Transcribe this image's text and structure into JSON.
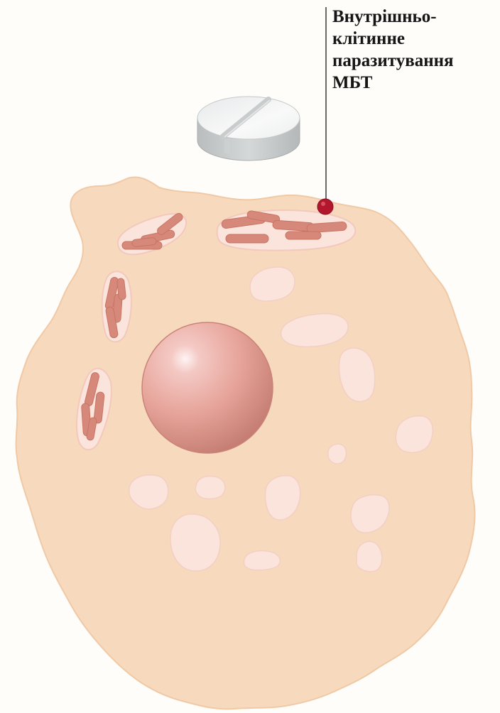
{
  "annotation": {
    "lines": [
      "Внутрішньо-",
      "клітинне",
      "паразитування",
      "МБТ"
    ]
  },
  "colors": {
    "background": "#fffdf9",
    "cytoplasm": "#f7d9bd",
    "cell_outline": "#f2cdaa",
    "vacuole": "#fbe7e0",
    "vacuole_outline": "#f6d3c8",
    "bacillus": "#d68b7c",
    "bacillus_outline": "#c97868",
    "nucleus_light": "#fbeaea",
    "nucleus_mid": "#e5a39a",
    "nucleus_dark": "#c27a6f",
    "tablet_top": "#f2f3f3",
    "tablet_side": "#c6c9ca",
    "pointer_dot": "#b5172f",
    "pointer_line": "#333333"
  },
  "icons": {
    "tablet": "pill-icon",
    "cell": "macrophage-cell",
    "nucleus": "nucleus",
    "bacteria": "mycobacteria-rod"
  }
}
